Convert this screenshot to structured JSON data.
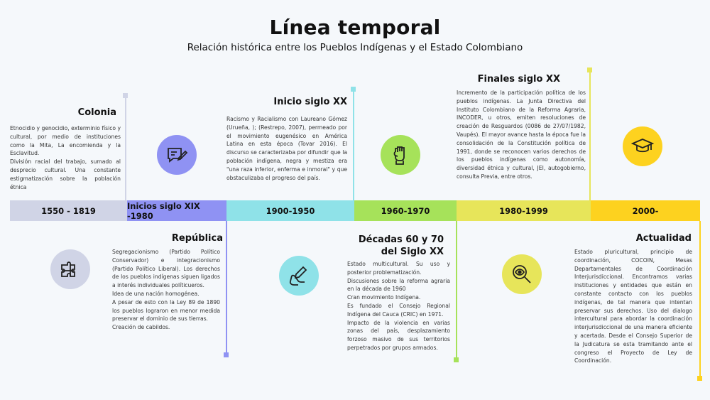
{
  "header": {
    "title": "Línea temporal",
    "subtitle": "Relación histórica entre los Pueblos Indígenas y el Estado Colombiano"
  },
  "periods": [
    {
      "label": "1550 - 1819",
      "color": "#d0d4e6"
    },
    {
      "label": "Inicios siglo XIX -1980",
      "color": "#8f92f3"
    },
    {
      "label": "1900-1950",
      "color": "#8fe2e8"
    },
    {
      "label": "1960-1970",
      "color": "#a6e25a"
    },
    {
      "label": "1980-1999",
      "color": "#e7e55a"
    },
    {
      "label": "2000-",
      "color": "#fdd21f"
    }
  ],
  "events": {
    "colonia": {
      "title": "Colonia",
      "paragraphs": [
        "Etnocidio y genocidio, exterminio físico y cultural, por medio de instituciones como la Mita, La encomienda y la Esclavitud.",
        "División racial del trabajo, sumado al desprecio cultural. Una constante estigmatización sobre la población étnica"
      ],
      "icon": "puzzle-icon"
    },
    "republica": {
      "title": "República",
      "paragraphs": [
        "Segregacionismo (Partido Político Conservador) e integracionismo (Partido Político Liberal). Los derechos de los pueblos indígenas siguen ligados a interés individuales políticueros.",
        "Idea de una nación homogénea.",
        "A pesar de esto con la Ley 89 de 1890 los pueblos lograron en menor medida preservar el dominio de sus tierras.",
        "Creación de cabildos."
      ],
      "icon": "message-edit-icon"
    },
    "inicio_siglo_xx": {
      "title": "Inicio siglo XX",
      "paragraphs": [
        "Racismo y Racialismo con Laureano Gómez (Urueña, ); (Restrepo, 2007), permeado por el movimiento eugenésico en América Latina en esta época (Tovar 2016). El discurso se caracterizaba por difundir que la población indígena, negra y mestiza era \"una raza inferior, enferma e inmoral\" y que obstaculizaba el progreso del país."
      ],
      "icon": "pen-hand-icon"
    },
    "decadas_60_70": {
      "title_line1": "Décadas 60 y 70",
      "title_line2": "del Siglo XX",
      "paragraphs": [
        "Estado multicultural. Su uso y posterior problematización.",
        "Discusiones sobre la reforma agraria en la década de 1960",
        "Cran movimiento Indígena.",
        "Es fundado el Consejo Regional Indígena del Cauca (CRIC) en 1971.",
        "Impacto de la violencia en varias zonas del país, desplazamiento forzoso masivo de sus territorios perpetrados por grupos armados."
      ],
      "icon": "raised-fist-icon"
    },
    "finales_siglo_xx": {
      "title": "Finales siglo XX",
      "paragraphs": [
        "Incremento de la participación política de los pueblos indígenas. La Junta Directiva del Instituto Colombiano de la Reforma Agraria, INCODER, u otros, emiten resoluciones de creación de Resguardos (0086 de 27/07/1982, Vaupés). El mayor avance hasta la época fue la consolidación de la Constitución política de 1991, donde se reconocen varios derechos de los pueblos indígenas como autonomía, diversidad étnica y cultural, JEI, autogobierno, consulta Previa, entre otros."
      ],
      "icon": "eye-magnifier-icon"
    },
    "actualidad": {
      "title": "Actualidad",
      "paragraphs": [
        "Estado pluricultural, principio de coordinación, COCOIN, Mesas Departamentales de Coordinación Interjurisdiccional. Encontramos varias instituciones y entidades que están en constante contacto con los pueblos indígenas, de tal manera que intentan preservar sus derechos. Uso del dialogo intercultural para abordar la coordinación interjurisdiccional de una manera eficiente y acertada. Desde el Consejo Superior de la Judicatura se esta tramitando ante el congreso el Proyecto de Ley de Coordinación."
      ],
      "icon": "graduation-cap-icon"
    }
  }
}
